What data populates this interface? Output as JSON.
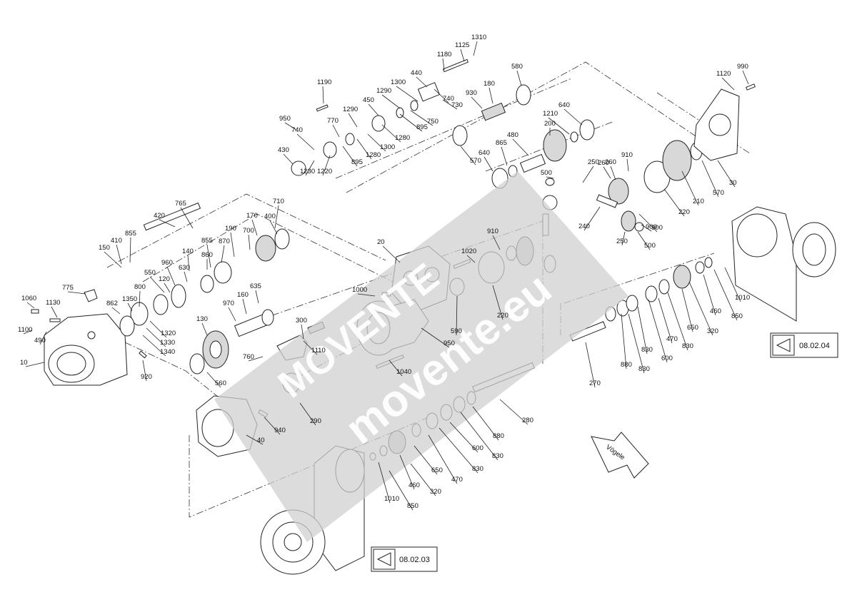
{
  "brand_plate_text": "Vögele",
  "watermark": {
    "logo_text": "MOVENTE",
    "site_text": "movente.eu"
  },
  "references": [
    {
      "id": "ref-top-right",
      "code": "08.02.04"
    },
    {
      "id": "ref-bottom",
      "code": "08.02.03"
    }
  ],
  "part_numbers": [
    "1310",
    "1125",
    "1180",
    "990",
    "1120",
    "440",
    "580",
    "180",
    "930",
    "740",
    "730",
    "1300",
    "1290",
    "750",
    "1190",
    "450",
    "895",
    "1280",
    "640",
    "1210",
    "770",
    "950",
    "1290",
    "740",
    "1280",
    "200",
    "1300",
    "480",
    "865",
    "430",
    "1230",
    "1220",
    "895",
    "30",
    "570",
    "910",
    "260",
    "250",
    "210",
    "570",
    "220",
    "640",
    "500",
    "240",
    "900",
    "765",
    "710",
    "420",
    "170",
    "400",
    "855",
    "190",
    "700",
    "410",
    "870",
    "150",
    "855",
    "140",
    "860",
    "910",
    "20",
    "1020",
    "960",
    "630",
    "550",
    "120",
    "775",
    "635",
    "1000",
    "800",
    "862",
    "1350",
    "160",
    "970",
    "300",
    "1060",
    "1130",
    "130",
    "1320",
    "1330",
    "1340",
    "1100",
    "490",
    "760",
    "1110",
    "10",
    "920",
    "560",
    "1040",
    "290",
    "940",
    "40",
    "260",
    "250",
    "500",
    "900",
    "590",
    "220",
    "950",
    "1010",
    "460",
    "850",
    "650",
    "320",
    "470",
    "830",
    "600",
    "830",
    "880",
    "830",
    "270",
    "280",
    "880",
    "830",
    "600",
    "830",
    "470",
    "650",
    "460",
    "320",
    "1010",
    "850"
  ]
}
